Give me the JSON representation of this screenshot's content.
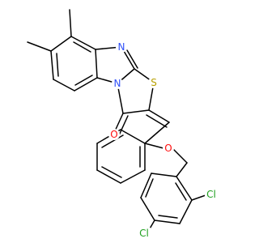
{
  "colors": {
    "bond": "#000000",
    "N": "#3050F8",
    "O": "#FF0D0D",
    "S": "#B8A000",
    "Cl": "#1FA01F"
  },
  "atoms": {
    "n_imidazole": "N",
    "n_fused": "N",
    "s_thiazole": "S",
    "o_carbonyl": "O",
    "o_ether": "O",
    "cl_ortho": "Cl",
    "cl_para": "Cl"
  }
}
